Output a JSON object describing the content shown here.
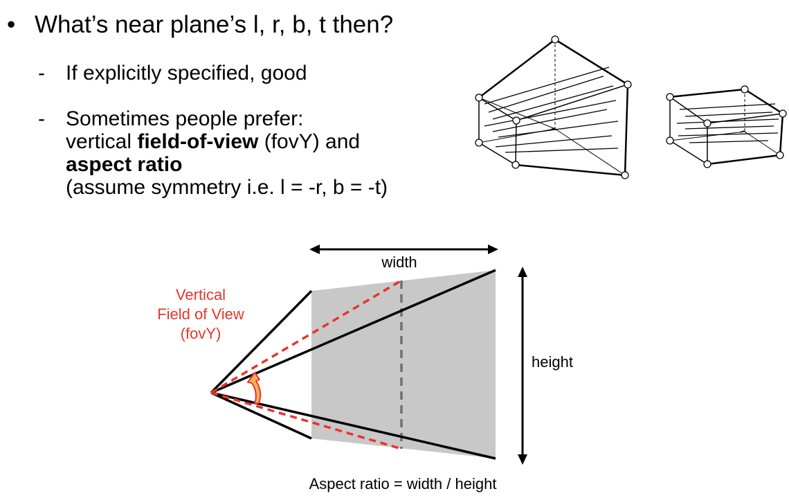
{
  "slide": {
    "bullet": {
      "symbol": "•",
      "text": "What’s near plane’s l, r, b, t then?"
    },
    "sub_items": [
      {
        "dash": "-",
        "text": "If explicitly specified, good"
      },
      {
        "dash": "-",
        "line1": "Sometimes people prefer:",
        "line2_prefix": "vertical ",
        "line2_bold": "field-of-view",
        "line2_suffix": " (fovY) and",
        "line3_bold": "aspect ratio",
        "line4": "(assume symmetry i.e. l = -r, b = -t)"
      }
    ]
  },
  "diagram": {
    "width_label": "width",
    "height_label": "height",
    "fov_label_lines": [
      "Vertical",
      "Field of View",
      "(fovY)"
    ],
    "aspect_caption": "Aspect ratio = width / height",
    "colors": {
      "fov_red": "#e8352a",
      "plane_gray": "#c8c8c8",
      "dashed_gray": "#707070",
      "arrow_fill": "#f7b25a",
      "arrow_stroke": "#e8352a",
      "line_black": "#000000"
    }
  }
}
